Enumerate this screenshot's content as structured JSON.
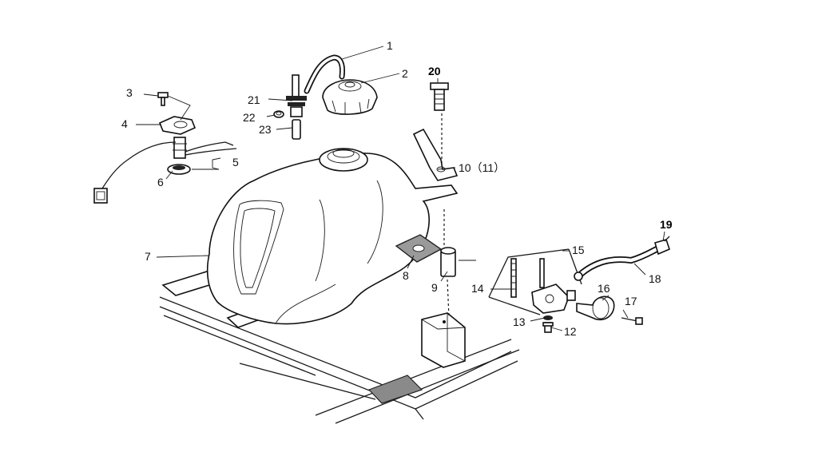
{
  "diagram": {
    "colors": {
      "ink": "#1a1a1a",
      "background": "#ffffff",
      "pad_fill": "#8a8a8a"
    },
    "callouts": [
      {
        "id": "1",
        "text": "1",
        "bold": false
      },
      {
        "id": "2",
        "text": "2",
        "bold": false
      },
      {
        "id": "3",
        "text": "3",
        "bold": false
      },
      {
        "id": "4",
        "text": "4",
        "bold": false
      },
      {
        "id": "5",
        "text": "5",
        "bold": false
      },
      {
        "id": "6",
        "text": "6",
        "bold": false
      },
      {
        "id": "7",
        "text": "7",
        "bold": false
      },
      {
        "id": "8",
        "text": "8",
        "bold": false
      },
      {
        "id": "9",
        "text": "9",
        "bold": false
      },
      {
        "id": "10",
        "text": "10（11）",
        "bold": false
      },
      {
        "id": "12",
        "text": "12",
        "bold": false
      },
      {
        "id": "13",
        "text": "13",
        "bold": false
      },
      {
        "id": "14",
        "text": "14",
        "bold": false
      },
      {
        "id": "15",
        "text": "15",
        "bold": false
      },
      {
        "id": "16",
        "text": "16",
        "bold": false
      },
      {
        "id": "17",
        "text": "17",
        "bold": false
      },
      {
        "id": "18",
        "text": "18",
        "bold": false
      },
      {
        "id": "19",
        "text": "19",
        "bold": true
      },
      {
        "id": "20",
        "text": "20",
        "bold": true
      },
      {
        "id": "21",
        "text": "21",
        "bold": false
      },
      {
        "id": "22",
        "text": "22",
        "bold": false
      },
      {
        "id": "23",
        "text": "23",
        "bold": false
      }
    ]
  }
}
